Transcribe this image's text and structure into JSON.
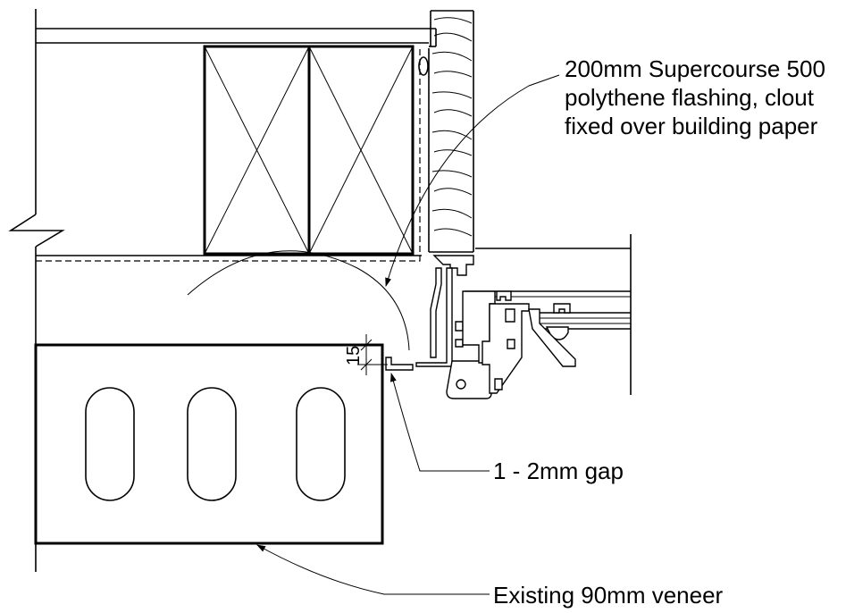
{
  "labels": {
    "flashing": [
      "200mm Supercourse 500",
      "polythene flashing, clout",
      "fixed over building paper"
    ],
    "gap": "1 - 2mm gap",
    "veneer": "Existing 90mm veneer",
    "dimension": "15"
  },
  "colors": {
    "line": "#000000",
    "background": "#ffffff"
  }
}
